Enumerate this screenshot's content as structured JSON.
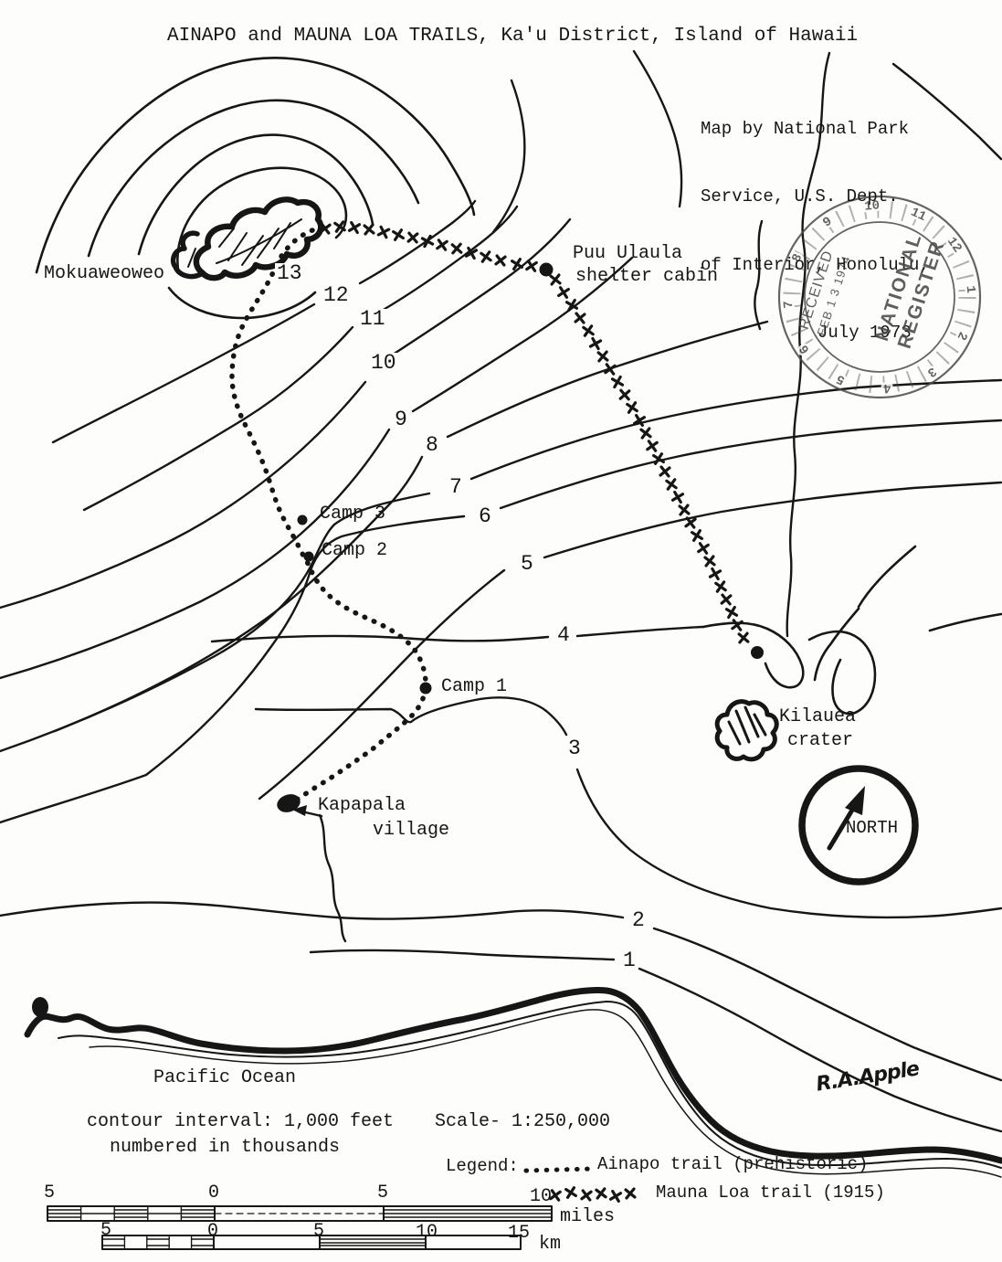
{
  "title": "AINAPO and MAUNA LOA TRAILS, Ka'u District, Island of Hawaii",
  "credit": {
    "line1": "Map by National Park",
    "line2": "Service, U.S. Dept.",
    "line3": "of Interior, Honolulu,",
    "line4": "July 1973"
  },
  "labels": {
    "mokuaweoweo": "Mokuaweoweo",
    "puu_ulaula_1": "Puu Ulaula",
    "puu_ulaula_2": "shelter cabin",
    "camp3": "Camp 3",
    "camp2": "Camp 2",
    "camp1": "Camp 1",
    "kapapala_1": "Kapapala",
    "kapapala_2": "village",
    "kilauea_1": "Kilauea",
    "kilauea_2": "crater",
    "north": "NORTH",
    "pacific_ocean": "Pacific Ocean"
  },
  "contour_labels": [
    "1",
    "2",
    "3",
    "4",
    "5",
    "6",
    "7",
    "8",
    "9",
    "10",
    "11",
    "12",
    "13"
  ],
  "notes": {
    "interval_1": "contour interval: 1,000 feet",
    "interval_2": "numbered in thousands",
    "scale": "Scale- 1:250,000"
  },
  "legend": {
    "heading": "Legend:",
    "ainapo": "Ainapo trail (prehistoric)",
    "mauna_loa": "Mauna Loa trail (1915)"
  },
  "scale_bars": {
    "miles_labels": [
      "5",
      "0",
      "5",
      "10"
    ],
    "miles_unit": "miles",
    "km_labels": [
      "5",
      "0",
      "5",
      "10",
      "15"
    ],
    "km_unit": "km"
  },
  "stamp": {
    "received": "RECEIVED",
    "date": "FEB 1 3 1974",
    "line1": "NATIONAL",
    "line2": "REGISTER",
    "dial": [
      "1",
      "2",
      "3",
      "4",
      "5",
      "6",
      "7",
      "8",
      "9",
      "10",
      "11",
      "12"
    ]
  },
  "signature": "R.A.Apple",
  "colors": {
    "ink": "#161616",
    "paper": "#fdfdfb",
    "stamp": "#4a4a4a"
  }
}
